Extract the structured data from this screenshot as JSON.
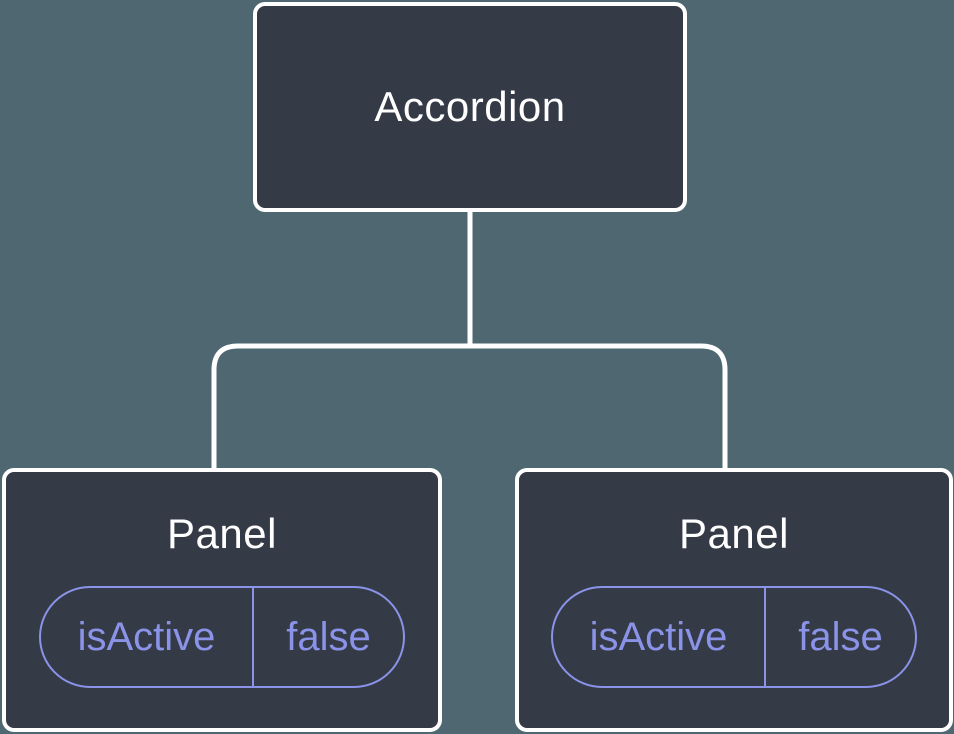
{
  "colors": {
    "background": "#4E6770",
    "node_fill": "#343A46",
    "node_border": "#FFFFFF",
    "node_text": "#FFFFFF",
    "connector": "#FFFFFF",
    "state_accent": "#8A93E8"
  },
  "tree": {
    "root": {
      "label": "Accordion"
    },
    "children": [
      {
        "label": "Panel",
        "state": {
          "key": "isActive",
          "value": "false"
        }
      },
      {
        "label": "Panel",
        "state": {
          "key": "isActive",
          "value": "false"
        }
      }
    ]
  }
}
